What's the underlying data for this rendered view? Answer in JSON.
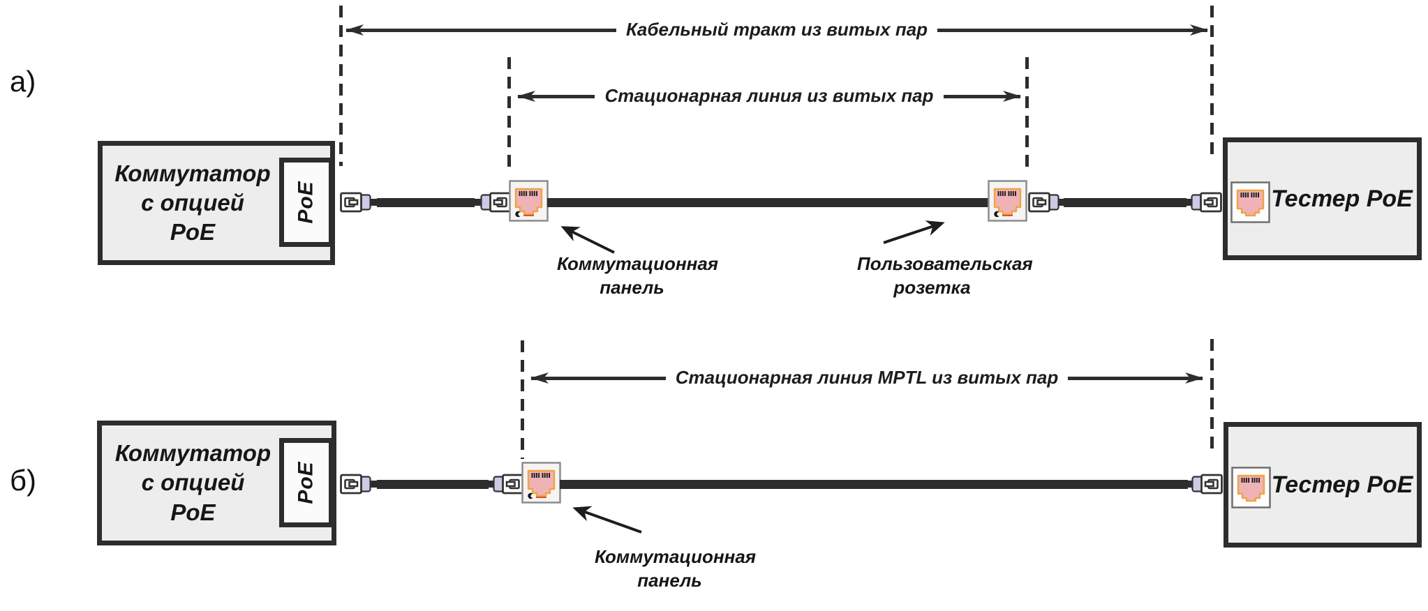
{
  "palette": {
    "line_color": "#2d2d2d",
    "box_fill": "#ededed",
    "port_fill": "#fbfbfb",
    "jack_pink": "#efb2b6",
    "jack_orange": "#f0a343",
    "jack_red_line": "#d94f2a",
    "plug_boot_lavender": "#cfc9e6",
    "module_fill": "#f5f4f2"
  },
  "diagram_a": {
    "index_label": "а)",
    "channel_span_label": "Кабельный тракт из витых пар",
    "permanent_link_span_label": "Стационарная линия из витых пар",
    "switch_box_label": "Коммутатор\nс опцией\nPoE",
    "switch_port_label": "PoE",
    "patch_panel_callout": "Коммутационная\nпанель",
    "user_outlet_callout": "Пользовательская\nрозетка",
    "tester_label": "Тестер PoE"
  },
  "diagram_b": {
    "index_label": "б)",
    "mptl_span_label": "Стационарная линия MPTL из витых пар",
    "switch_box_label": "Коммутатор\nс опцией\nPoE",
    "switch_port_label": "PoE",
    "patch_panel_callout": "Коммутационная\nпанель",
    "tester_label": "Тестер PoE"
  }
}
